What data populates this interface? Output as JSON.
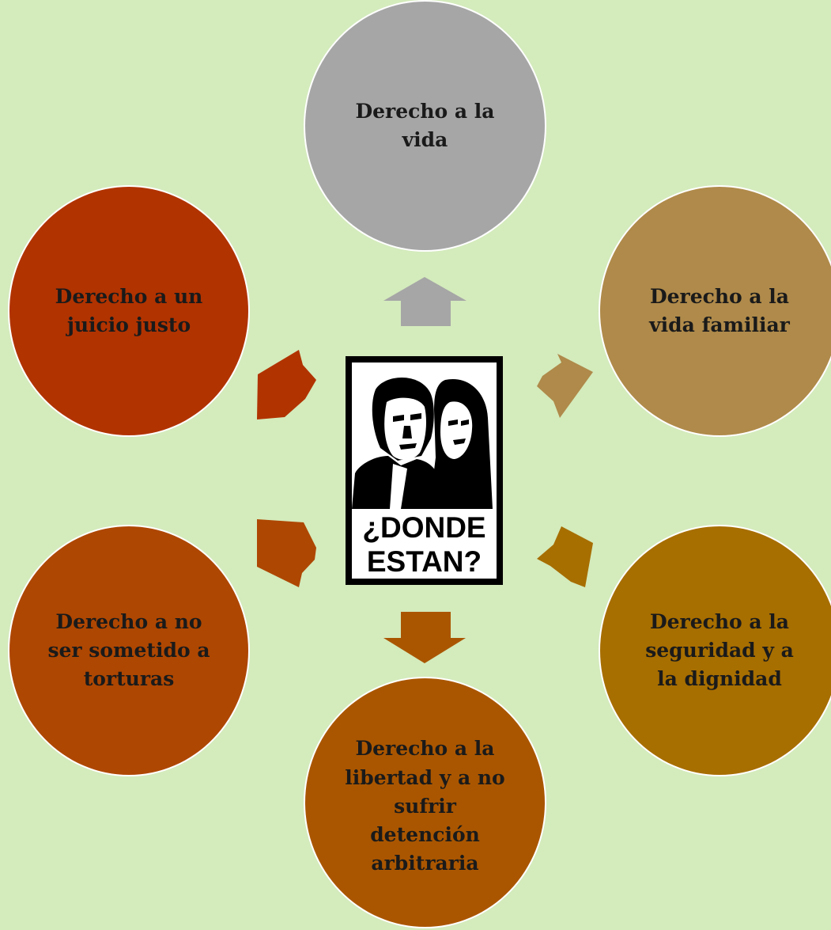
{
  "center": {
    "caption_line1": "¿DONDE",
    "caption_line2": "ESTAN?",
    "image": "desaparecidos-portrait-poster"
  },
  "nodes": [
    {
      "label": "Derecho a la\nvida",
      "color": "#a6a6a6"
    },
    {
      "label": "Derecho a la\nvida familiar",
      "color": "#af8a4a"
    },
    {
      "label": "Derecho a la\nseguridad y a\nla dignidad",
      "color": "#a76e00"
    },
    {
      "label": "Derecho a la\nlibertad y a no\nsufrir\ndetención\narbitraria",
      "color": "#aa5600"
    },
    {
      "label": "Derecho a no\nser sometido a\ntorturas",
      "color": "#ae4702"
    },
    {
      "label": "Derecho a un\njuicio justo",
      "color": "#b13300"
    }
  ],
  "arrow_colors": {
    "up": "#a6a6a6",
    "up_right": "#af8a4a",
    "down_right": "#a76e00",
    "down": "#aa5600",
    "down_left": "#ae4702",
    "up_left": "#b13300"
  },
  "background_color": "#d4ebbc"
}
